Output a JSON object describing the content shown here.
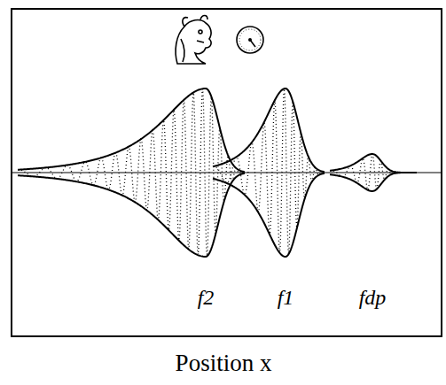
{
  "diagram": {
    "labels": [
      "f2",
      "f1",
      "fdp",
      "Position x"
    ]
  }
}
